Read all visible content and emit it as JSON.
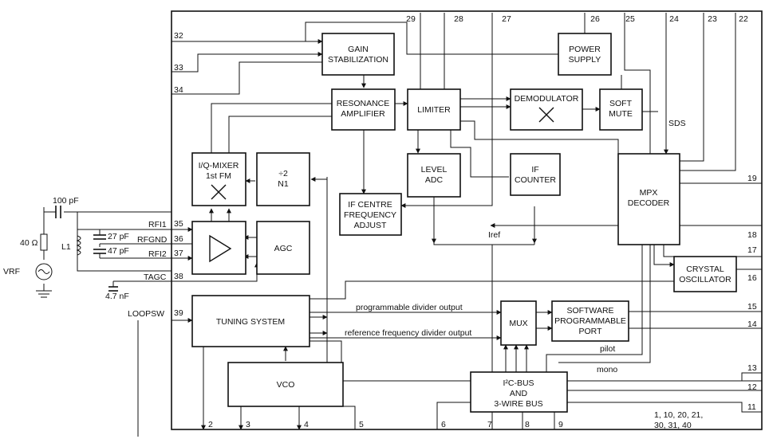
{
  "blocks": {
    "gain_stabilization": [
      "GAIN",
      "STABILIZATION"
    ],
    "power_supply": [
      "POWER",
      "SUPPLY"
    ],
    "resonance_amplifier": [
      "RESONANCE",
      "AMPLIFIER"
    ],
    "limiter": [
      "LIMITER"
    ],
    "demodulator": [
      "DEMODULATOR"
    ],
    "soft_mute": [
      "SOFT",
      "MUTE"
    ],
    "iq_mixer": [
      "I/Q-MIXER",
      "1st FM"
    ],
    "divider": [
      "÷2",
      "N1"
    ],
    "level_adc": [
      "LEVEL",
      "ADC"
    ],
    "if_counter": [
      "IF",
      "COUNTER"
    ],
    "mpx_decoder": [
      "MPX",
      "DECODER"
    ],
    "if_centre": [
      "IF CENTRE",
      "FREQUENCY",
      "ADJUST"
    ],
    "agc": [
      "AGC"
    ],
    "crystal_oscillator": [
      "CRYSTAL",
      "OSCILLATOR"
    ],
    "tuning_system": [
      "TUNING SYSTEM"
    ],
    "mux": [
      "MUX"
    ],
    "software_port": [
      "SOFTWARE",
      "PROGRAMMABLE",
      "PORT"
    ],
    "vco": [
      "VCO"
    ],
    "bus": [
      "I²C-BUS",
      "AND",
      "3-WIRE BUS"
    ]
  },
  "pins": {
    "top": [
      "29",
      "28",
      "27",
      "26",
      "25",
      "24",
      "23",
      "22"
    ],
    "left": [
      "32",
      "33",
      "34",
      "35",
      "36",
      "37",
      "38",
      "39"
    ],
    "right": [
      "19",
      "18",
      "17",
      "16",
      "15",
      "14",
      "13",
      "12",
      "11"
    ],
    "bottom": [
      "2",
      "3",
      "4",
      "5",
      "6",
      "7",
      "8",
      "9"
    ],
    "ground_note": [
      "1, 10, 20, 21,",
      "30, 31, 40"
    ]
  },
  "signals": {
    "sds": "SDS",
    "iref": "Iref",
    "programmable_divider_output": "programmable divider output",
    "reference_frequency_divider_output": "reference frequency divider output",
    "pilot": "pilot",
    "mono": "mono"
  },
  "pin_names": {
    "rfi1": "RFI1",
    "rfgnd": "RFGND",
    "rfi2": "RFI2",
    "tagc": "TAGC",
    "loopsw": "LOOPSW"
  },
  "components": {
    "c_100pf": "100 pF",
    "r_40": "40 Ω",
    "l1": "L1",
    "c_27pf": "27 pF",
    "c_47pf": "47 pF",
    "vrf": "VRF",
    "c_4n7": "4.7 nF"
  }
}
